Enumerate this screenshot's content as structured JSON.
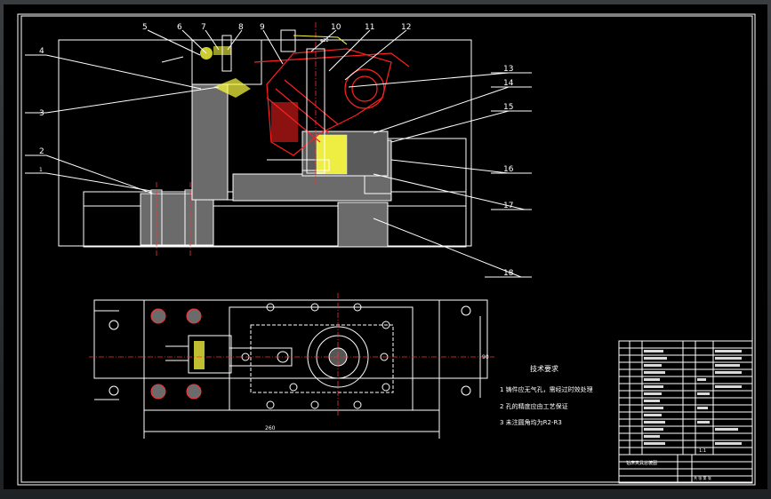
{
  "drawing": {
    "part_labels": [
      "5",
      "6",
      "7",
      "8",
      "9",
      "10",
      "11",
      "12",
      "4",
      "3",
      "13",
      "14",
      "15",
      "2",
      "1",
      "16",
      "17",
      "18"
    ],
    "tech_requirements": {
      "title": "技术要求",
      "items": [
        "1  铸件应无气孔，需经过时效处理",
        "2  孔的精度应由工艺保证",
        "3  未注圆角均为R2-R3"
      ]
    },
    "dims": {
      "width": "260",
      "height": "90"
    },
    "title_block": {
      "name": "钻床夹具总装图",
      "scale": "1:1",
      "sheet_note": "共 张 第 张"
    }
  },
  "colors": {
    "background": "#000000",
    "line": "#ffffff",
    "section": "#ff2020",
    "highlight": "#ffff40",
    "frame": "#9aa0a6"
  }
}
